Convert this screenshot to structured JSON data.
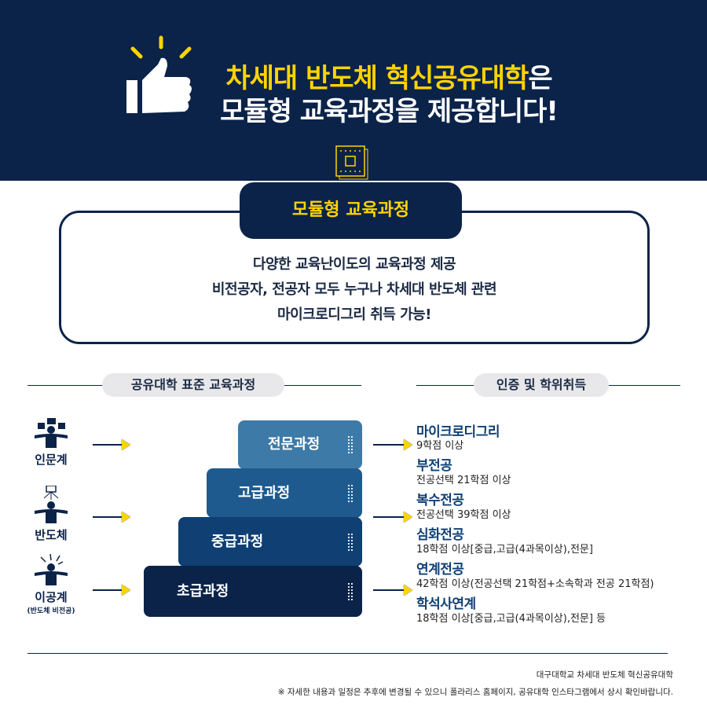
{
  "header": {
    "title_highlight": "차세대 반도체 혁신공유대학",
    "title_suffix": "은",
    "title_line2": "모듈형 교육과정을 제공합니다!"
  },
  "module": {
    "label": "모듈형 교육과정",
    "lines": [
      "다양한 교육난이도의 교육과정 제공",
      "비전공자, 전공자 모두 누구나 차세대 반도체 관련",
      "마이크로디그리 취득 가능!"
    ]
  },
  "sections": {
    "left": "공유대학 표준 교육과정",
    "right": "인증 및 학위취득"
  },
  "groups": [
    {
      "label": "인문계",
      "sub": ""
    },
    {
      "label": "반도체",
      "sub": ""
    },
    {
      "label": "이공계",
      "sub": "(반도체 비전공)"
    }
  ],
  "steps": [
    "전문과정",
    "고급과정",
    "중급과정",
    "초급과정"
  ],
  "certs": [
    {
      "title": "마이크로디그리",
      "desc": "9학점 이상"
    },
    {
      "title": "부전공",
      "desc": "전공선택 21학점 이상"
    },
    {
      "title": "복수전공",
      "desc": "전공선택 39학점 이상"
    },
    {
      "title": "심화전공",
      "desc": "18학점 이상[중급,고급(4과목이상),전문]"
    },
    {
      "title": "연계전공",
      "desc": "42학점 이상(전공선택 21학점+소속학과 전공 21학점)"
    },
    {
      "title": "학석사연계",
      "desc": "18학점 이상[중급,고급(4과목이상),전문] 등"
    }
  ],
  "footer": {
    "org": "대구대학교 차세대 반도체 혁신공유대학",
    "note": "※ 자세한 내용과 일정은 추후에 변경될 수 있으니 폴라리스 홈페이지, 공유대학 인스타그램에서 상시 확인바랍니다."
  },
  "colors": {
    "navy": "#0b2349",
    "yellow": "#ffd400"
  }
}
